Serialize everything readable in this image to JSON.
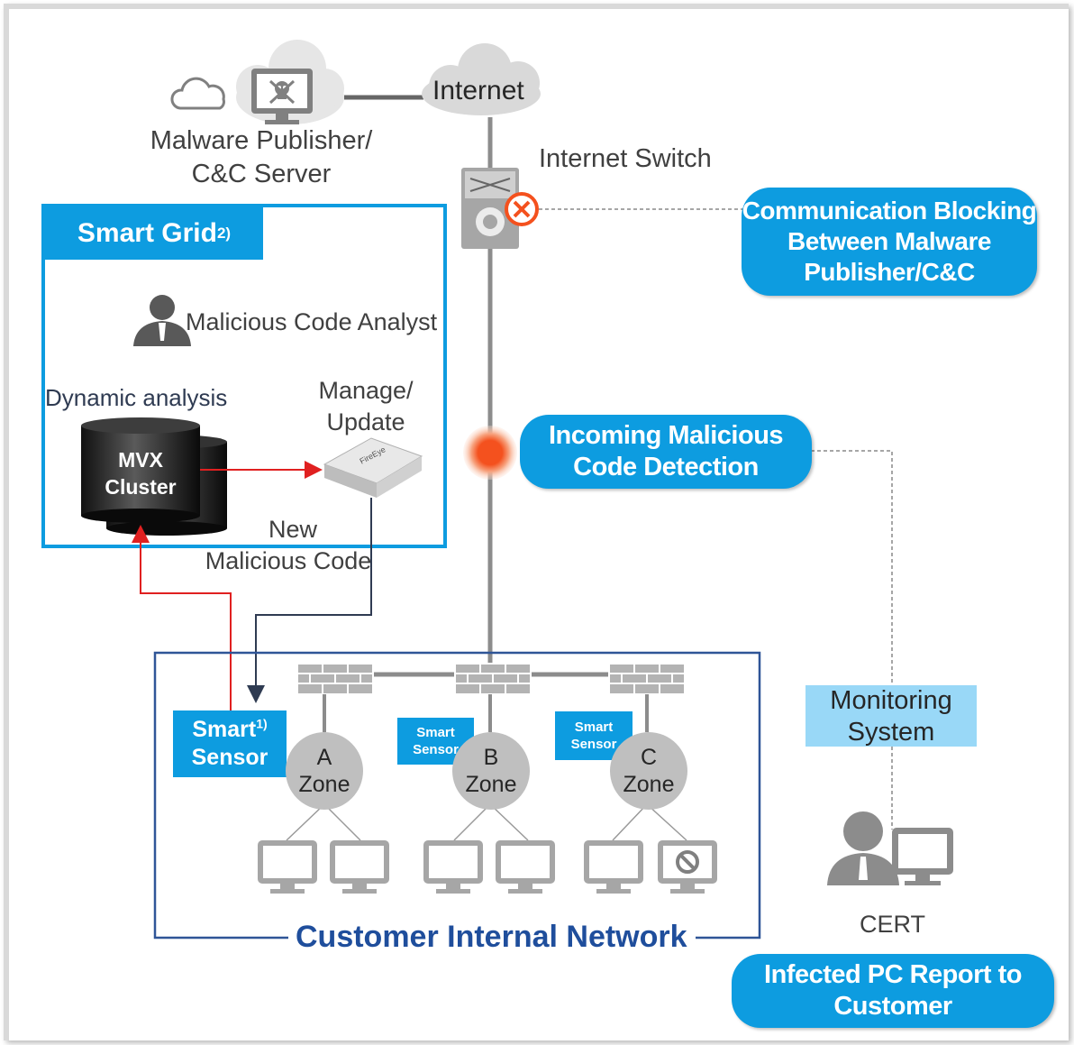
{
  "internet": "Internet",
  "malware_publisher": {
    "line1": "Malware Publisher/",
    "line2": "C&C Server"
  },
  "internet_switch": "Internet Switch",
  "communication_blocking": {
    "line1": "Communication Blocking",
    "line2": "Between Malware",
    "line3": "Publisher/C&C"
  },
  "smart_grid": {
    "title": "Smart Grid",
    "sup": "2)"
  },
  "analyst": "Malicious Code Analyst",
  "dynamic_analysis": "Dynamic analysis",
  "manage_update": {
    "line1": "Manage/",
    "line2": "Update"
  },
  "mvx_cluster": {
    "line1": "MVX",
    "line2": "Cluster"
  },
  "appliance_brand": "FireEye",
  "new_malicious_code": {
    "line1": "New",
    "line2": "Malicious Code"
  },
  "incoming_detection": {
    "line1": "Incoming Malicious",
    "line2": "Code Detection"
  },
  "monitoring_system": {
    "line1": "Monitoring",
    "line2": "System"
  },
  "smart_sensor_main": {
    "line1": "Smart",
    "sup": "1)",
    "line2": "Sensor"
  },
  "smart_sensor_small": {
    "line1": "Smart",
    "line2": "Sensor"
  },
  "zones": [
    {
      "letter": "A",
      "label": "Zone"
    },
    {
      "letter": "B",
      "label": "Zone"
    },
    {
      "letter": "C",
      "label": "Zone"
    }
  ],
  "customer_network": "Customer Internal Network",
  "cert": "CERT",
  "infected_report": {
    "line1": "Infected PC Report to",
    "line2": "Customer"
  },
  "colors": {
    "accent_blue": "#0d9ce0",
    "network_border": "#2f5597",
    "alert_orange": "#f4511e",
    "flow_red": "#e02020"
  }
}
